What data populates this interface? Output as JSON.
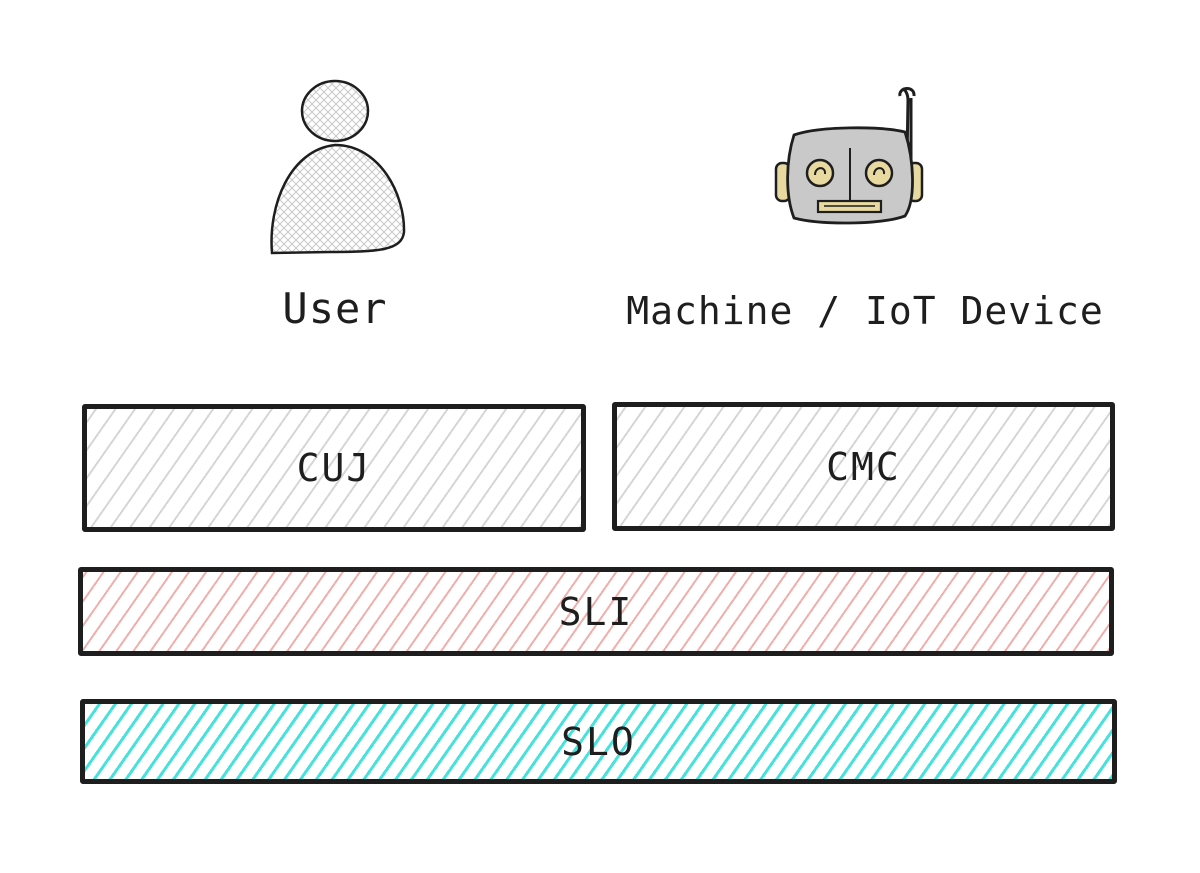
{
  "actors": {
    "user": {
      "label": "User",
      "icon": "user-icon"
    },
    "machine": {
      "label": "Machine / IoT Device",
      "icon": "robot-icon"
    }
  },
  "boxes": {
    "cuj": {
      "label": "CUJ",
      "color": "#d9d9d9"
    },
    "cmc": {
      "label": "CMC",
      "color": "#d9d9d9"
    },
    "sli": {
      "label": "SLI",
      "color": "#f0aaa5"
    },
    "slo": {
      "label": "SLO",
      "color": "#3ce1dc"
    }
  }
}
